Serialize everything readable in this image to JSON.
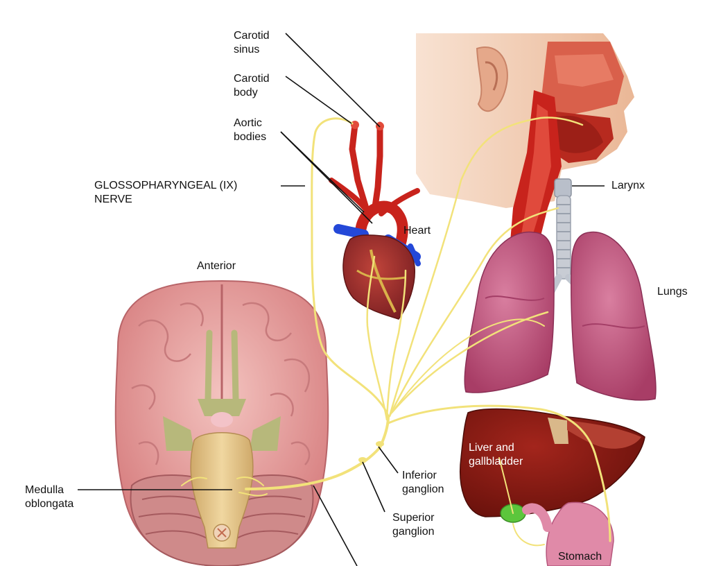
{
  "labels": {
    "carotid_sinus": [
      "Carotid",
      "sinus"
    ],
    "carotid_body": [
      "Carotid",
      "body"
    ],
    "aortic_bodies": [
      "Aortic",
      "bodies"
    ],
    "nerve": [
      "GLOSSOPHARYNGEAL (IX)",
      "NERVE"
    ],
    "larynx": "Larynx",
    "heart": "Heart",
    "anterior": "Anterior",
    "lungs": "Lungs",
    "liver": [
      "Liver and",
      "gallbladder"
    ],
    "medulla": [
      "Medulla",
      "oblongata"
    ],
    "inferior_ganglion": [
      "Inferior",
      "ganglion"
    ],
    "superior_ganglion": [
      "Superior",
      "ganglion"
    ],
    "stomach": "Stomach"
  },
  "colors": {
    "nerve": "#f2e27a",
    "artery": "#c8231c",
    "vein": "#2448d8",
    "brain": "#e8a2a0",
    "lung": "#c85a82",
    "liver": "#8a1a12",
    "gallbladder": "#5cc63c",
    "stomach": "#e08aa8",
    "skin": "#f0c7aa",
    "brainstem": "#e4c890",
    "trachea": "#c8ccd4"
  }
}
